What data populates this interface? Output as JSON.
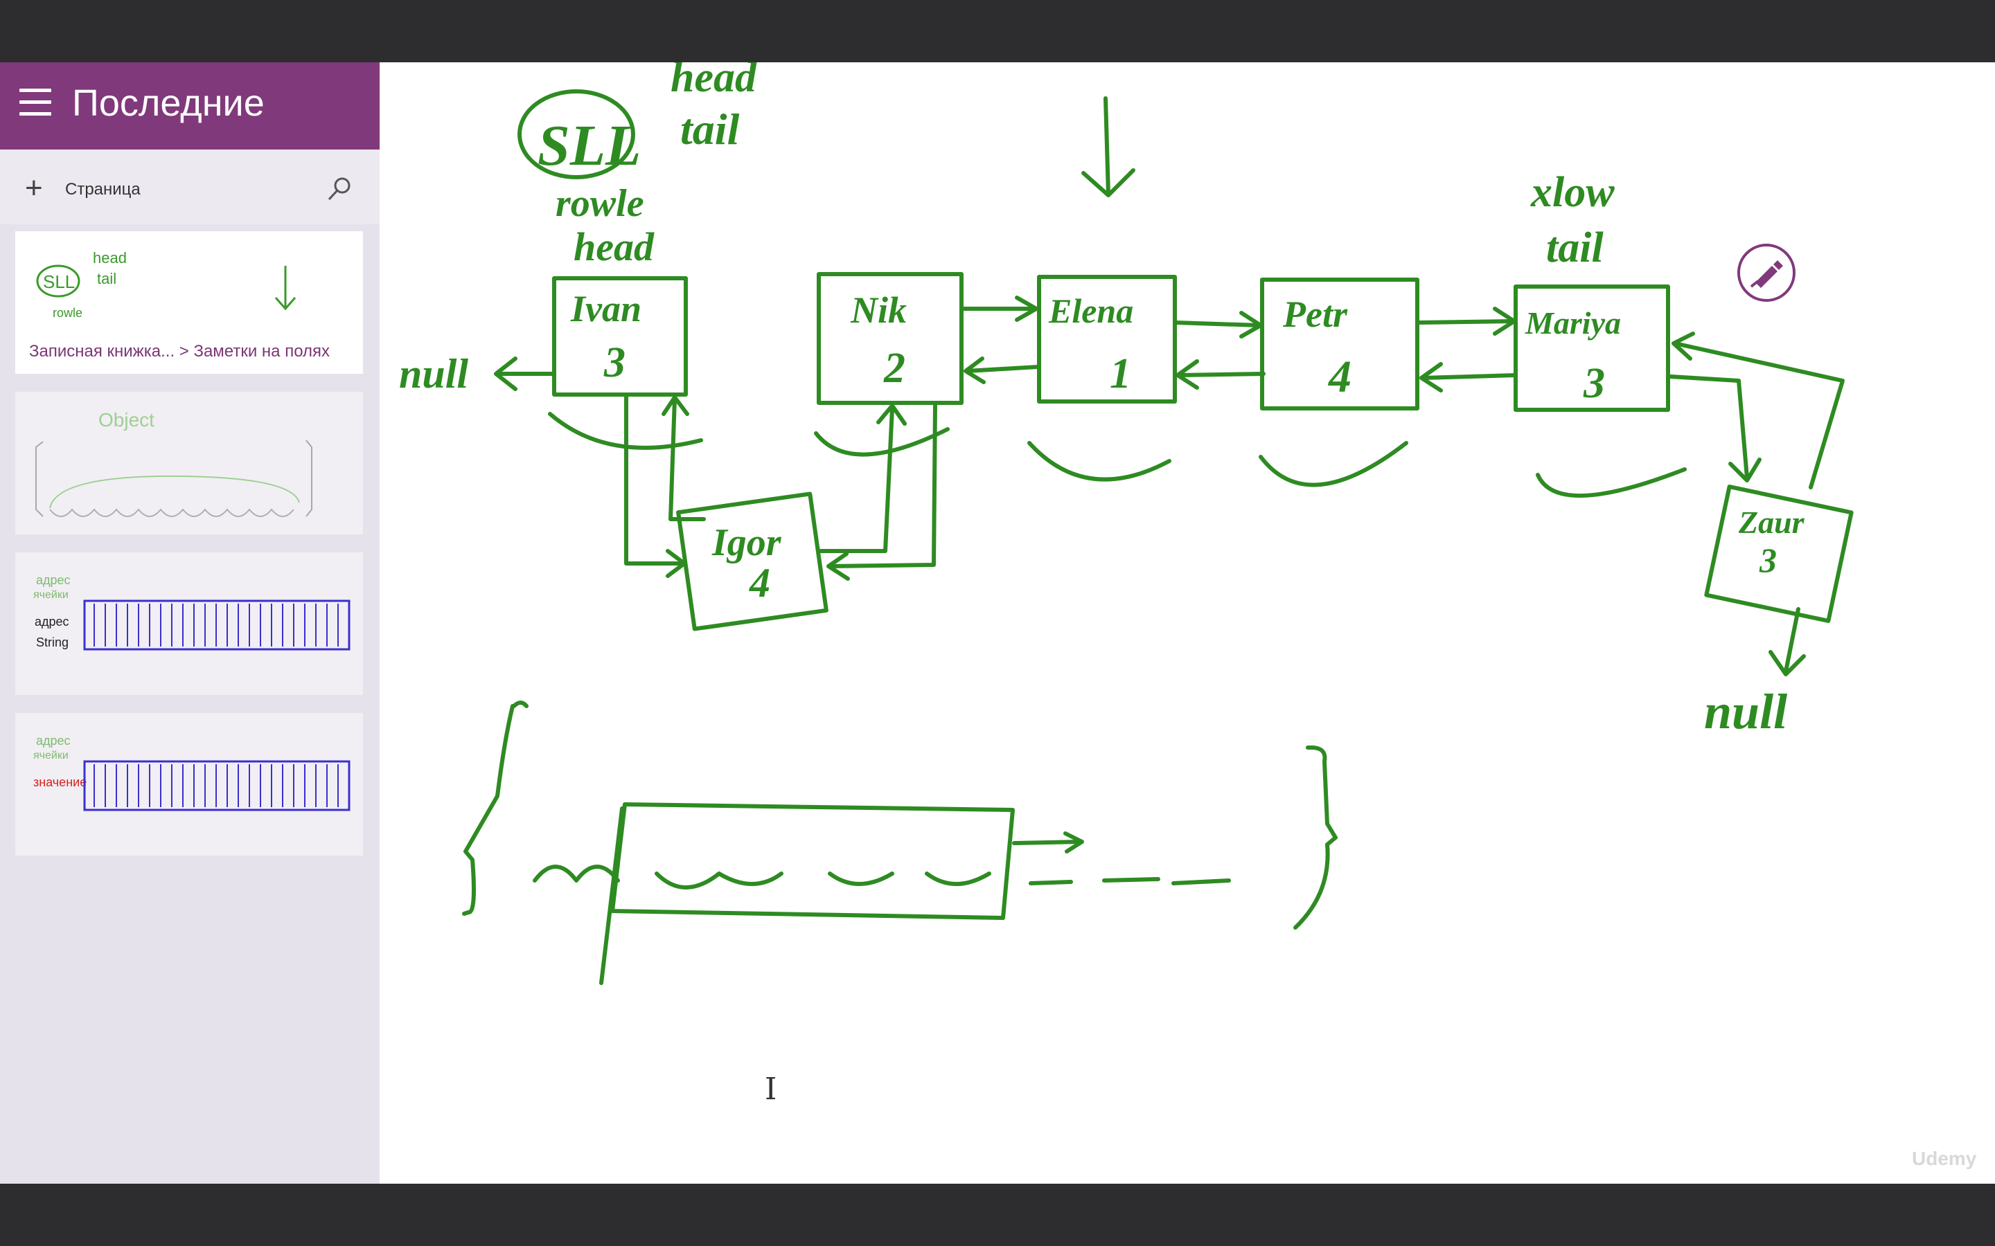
{
  "app": {
    "section_title": "Последние",
    "add_page_label": "Страница",
    "icons": [
      "hamburger-menu-icon",
      "plus-icon",
      "search-icon",
      "pen-tool-icon",
      "text-cursor-icon"
    ],
    "accent_color": "#80397b",
    "ink_color": "#2e8b22"
  },
  "sidebar": {
    "pages": [
      {
        "breadcrumb_notebook": "Записная книжка...",
        "breadcrumb_section": "> Заметки на полях",
        "active": true,
        "preview_text": [
          "SLL",
          "head",
          "tail",
          "rowle"
        ]
      },
      {
        "active": false,
        "preview_text": [
          "Object"
        ]
      },
      {
        "active": false,
        "preview_text": [
          "адрес",
          "ячейки",
          "адрес",
          "String"
        ]
      },
      {
        "active": false,
        "preview_text": [
          "адрес",
          "ячейки",
          "значение"
        ]
      }
    ]
  },
  "canvas": {
    "ink_texts": {
      "sll": "SLL",
      "head_top": "head",
      "tail_top": "tail",
      "rowle": "rowle",
      "head": "head",
      "xlow": "xlow",
      "tail": "tail",
      "null_left": "null",
      "null_right": "null"
    },
    "nodes": [
      {
        "name": "Ivan",
        "value": "3"
      },
      {
        "name": "Nik",
        "value": "2"
      },
      {
        "name": "Elena",
        "value": "1"
      },
      {
        "name": "Petr",
        "value": "4"
      },
      {
        "name": "Mariya",
        "value": "3"
      },
      {
        "name": "Igor",
        "value": "4"
      },
      {
        "name": "Zaur",
        "value": "3"
      }
    ]
  },
  "watermark": "Udemy"
}
